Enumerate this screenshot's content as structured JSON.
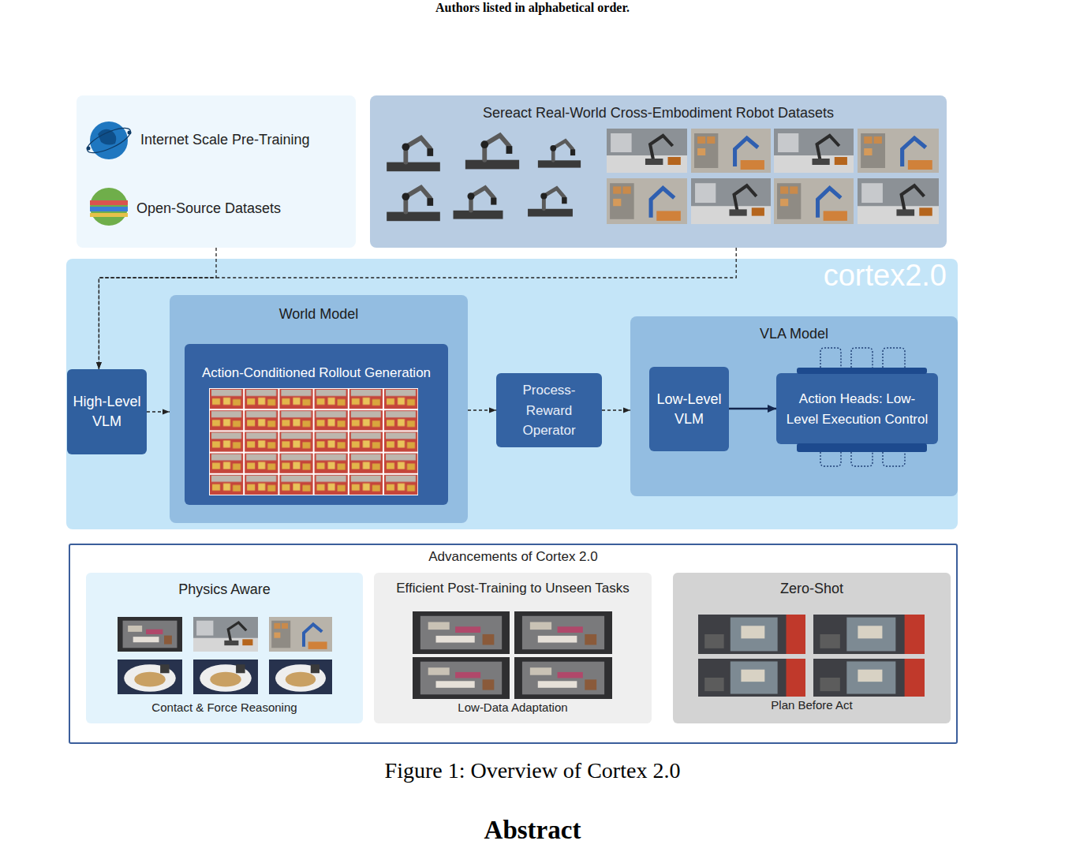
{
  "diagram": {
    "caption": "Figure 1: Overview of Cortex 2.0",
    "nodes": [
      {
        "text": [
          "Internet Scale Pre-Training",
          "Open-Source Datasets"
        ]
      },
      {
        "text": [
          "Sereact Real-World Cross-Embodiment Robot Datasets"
        ]
      },
      {
        "text": [
          "cortex2.0"
        ]
      },
      {
        "text": [
          "High-Level VLM"
        ],
        "in": 2
      },
      {
        "text": [
          "World Model"
        ],
        "in": 2
      },
      {
        "text": [
          "Action-Conditioned Rollout Generation"
        ],
        "in": 4
      },
      {
        "text": [
          "Process-Reward Operator"
        ],
        "in": 2
      },
      {
        "text": [
          "VLA Model"
        ],
        "in": 2
      },
      {
        "text": [
          "Low-Level VLM"
        ],
        "in": 7
      },
      {
        "text": [
          "Action Heads: Low-Level Execution Control"
        ],
        "in": 7
      },
      {
        "text": [
          "Advancements of Cortex 2.0"
        ]
      },
      {
        "text": [
          "Physics Aware",
          "Contact & Force Reasoning"
        ],
        "in": 10
      },
      {
        "text": [
          "Efficient Post-Training to Unseen Tasks",
          "Low-Data Adaptation"
        ],
        "in": 10
      },
      {
        "text": [
          "Zero-Shot",
          "Plan Before Act"
        ],
        "in": 10
      }
    ],
    "edges": [
      {
        "from": 0,
        "to": 3,
        "arrow": "to"
      },
      {
        "from": 1,
        "to": 3,
        "arrow": "to"
      },
      {
        "from": 3,
        "to": 4,
        "arrow": "to"
      },
      {
        "from": 4,
        "to": 6,
        "arrow": "to"
      },
      {
        "from": 6,
        "to": 7,
        "arrow": "to"
      },
      {
        "from": 8,
        "to": 9,
        "arrow": "to"
      }
    ],
    "labels": [
      "Authors listed in alphabetical order.",
      "Abstract"
    ]
  }
}
